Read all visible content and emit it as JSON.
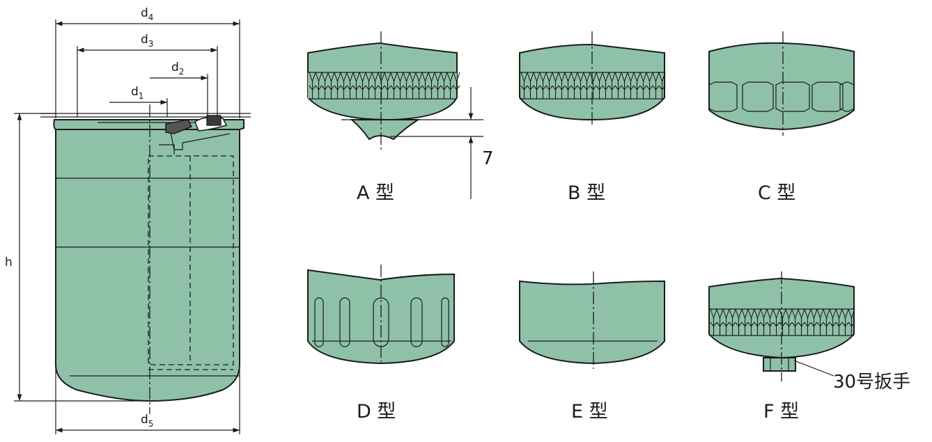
{
  "dimensions": {
    "d4": {
      "base": "d",
      "sub": "4"
    },
    "d3": {
      "base": "d",
      "sub": "3"
    },
    "d2": {
      "base": "d",
      "sub": "2"
    },
    "d1": {
      "base": "d",
      "sub": "1"
    },
    "d5": {
      "base": "d",
      "sub": "5"
    },
    "h": "h",
    "seven": "7"
  },
  "types": {
    "A": "A 型",
    "B": "B 型",
    "C": "C 型",
    "D": "D 型",
    "E": "E 型",
    "F": "F 型"
  },
  "wrench_note": "30号扳手",
  "colors": {
    "body": "#8fc1a9",
    "line": "#1a1a1a"
  }
}
